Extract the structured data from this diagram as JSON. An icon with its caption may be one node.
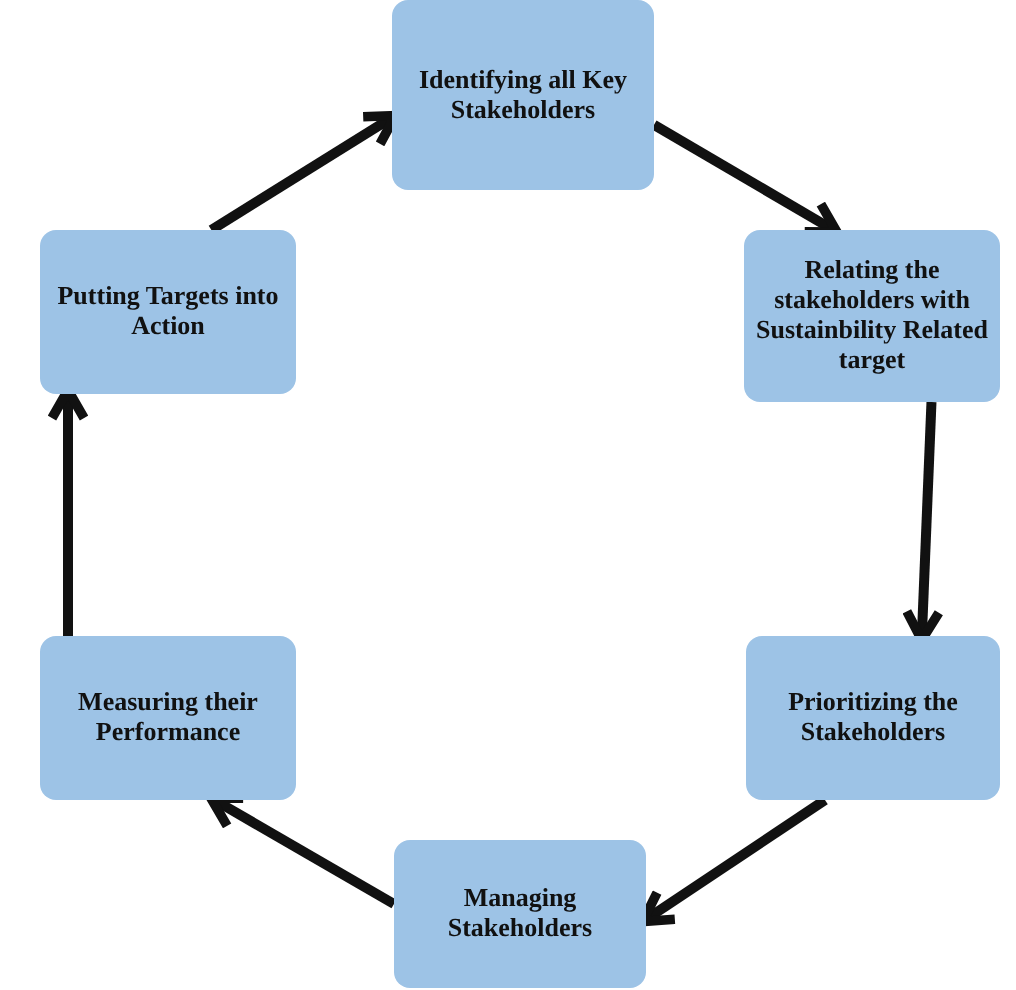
{
  "diagram": {
    "nodes": [
      {
        "text": [
          "Identifying all Key Stakeholders"
        ]
      },
      {
        "text": [
          "Relating the stakeholders with Sustainbility Related target"
        ]
      },
      {
        "text": [
          "Prioritizing the Stakeholders"
        ]
      },
      {
        "text": [
          "Managing Stakeholders"
        ]
      },
      {
        "text": [
          "Measuring their Performance"
        ]
      },
      {
        "text": [
          "Putting Targets into Action"
        ]
      }
    ],
    "edges": [
      {
        "from": 0,
        "to": 1,
        "arrow": "to"
      },
      {
        "from": 1,
        "to": 2,
        "arrow": "to"
      },
      {
        "from": 2,
        "to": 3,
        "arrow": "to"
      },
      {
        "from": 3,
        "to": 4,
        "arrow": "to"
      },
      {
        "from": 4,
        "to": 5,
        "arrow": "to"
      },
      {
        "from": 5,
        "to": 0,
        "arrow": "to"
      }
    ]
  }
}
